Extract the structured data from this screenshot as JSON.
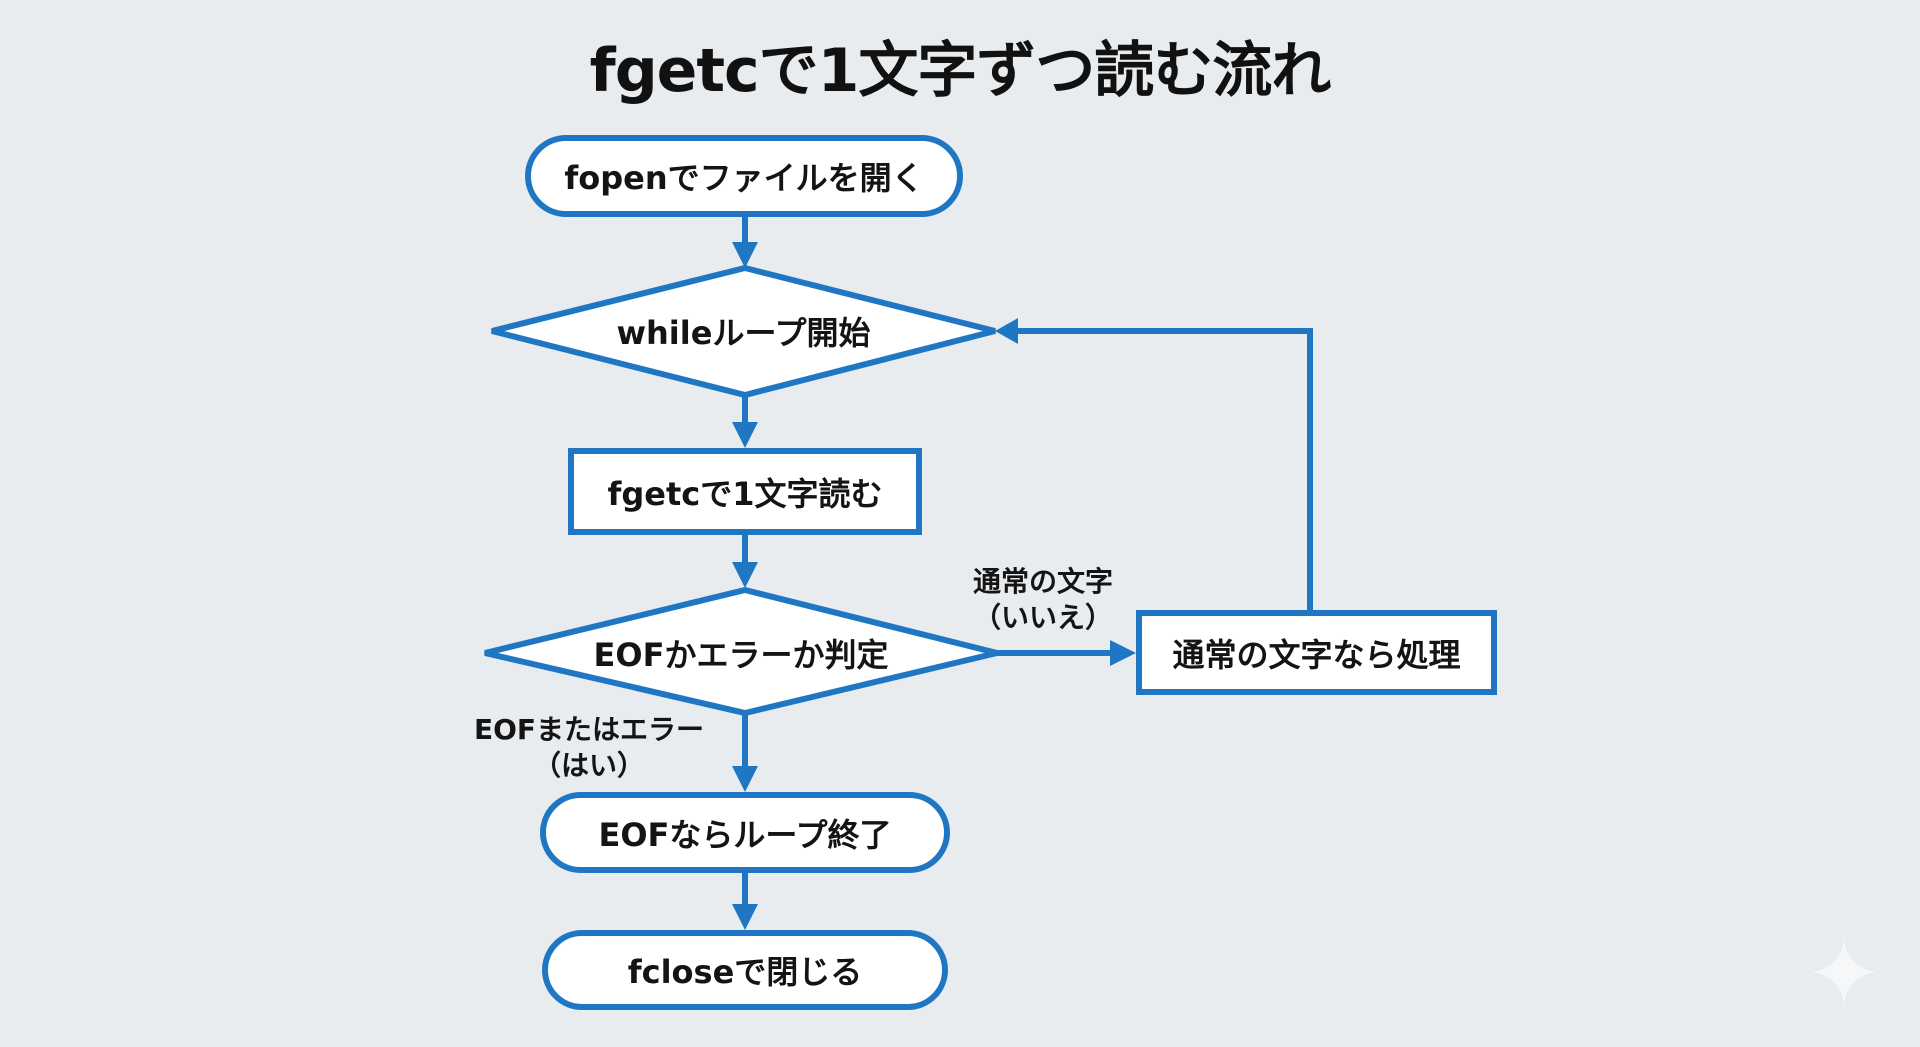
{
  "title": "fgetcで1文字ずつ読む流れ",
  "colors": {
    "accent": "#1f77c4",
    "background": "#e9ecef",
    "node_fill": "#ffffff",
    "text": "#141414"
  },
  "nodes": {
    "open": {
      "type": "terminal",
      "label": "fopenでファイルを開く"
    },
    "loop": {
      "type": "decision",
      "label": "whileループ開始"
    },
    "read": {
      "type": "process",
      "label": "fgetcで1文字読む"
    },
    "check": {
      "type": "decision",
      "label": "EOFかエラーか判定"
    },
    "process_char": {
      "type": "process",
      "label": "通常の文字なら処理"
    },
    "end_loop": {
      "type": "terminal",
      "label": "EOFならループ終了"
    },
    "close": {
      "type": "terminal",
      "label": "fcloseで閉じる"
    }
  },
  "edges": {
    "no": {
      "from": "check",
      "to": "process_char",
      "line1": "通常の文字",
      "line2": "（いいえ）"
    },
    "yes": {
      "from": "check",
      "to": "end_loop",
      "line1": "EOFまたはエラー",
      "line2": "（はい）"
    },
    "back": {
      "from": "process_char",
      "to": "loop"
    }
  },
  "watermark_icon": "sparkle-icon"
}
